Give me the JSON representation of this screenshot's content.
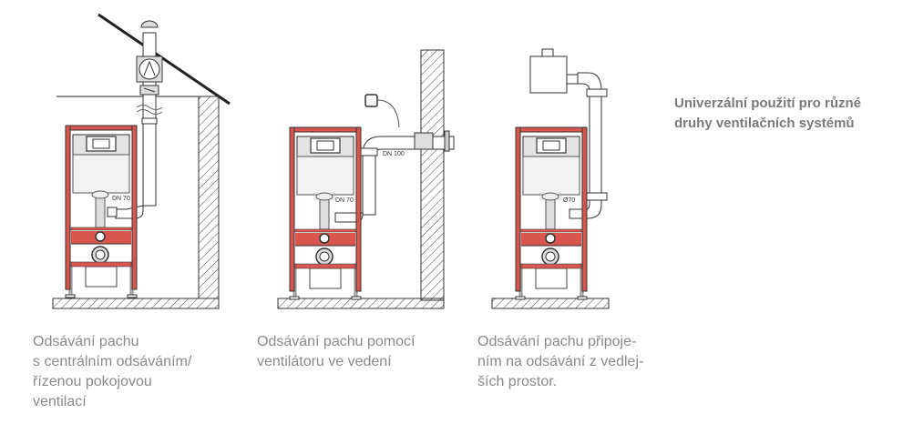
{
  "heading": "Univerzální použití pro různé\ndruhy ventilačních systémů",
  "diagrams": [
    {
      "pipe_label": "DN 70",
      "caption": "Odsávání pachu\ns centrálním odsáváním/\nřízenou pokojovou\nventilací"
    },
    {
      "pipe_label": "DN 70",
      "duct_label": "DN 100",
      "caption": "Odsávání pachu pomocí\nventilátoru ve vedení"
    },
    {
      "pipe_label": "Ø70",
      "caption": "Odsávání pachu připoje-\nním na odsávání z vedlej-\nších prostor."
    }
  ],
  "colors": {
    "frame_red": "#d9564f",
    "text_gray": "#8a8a8a"
  }
}
